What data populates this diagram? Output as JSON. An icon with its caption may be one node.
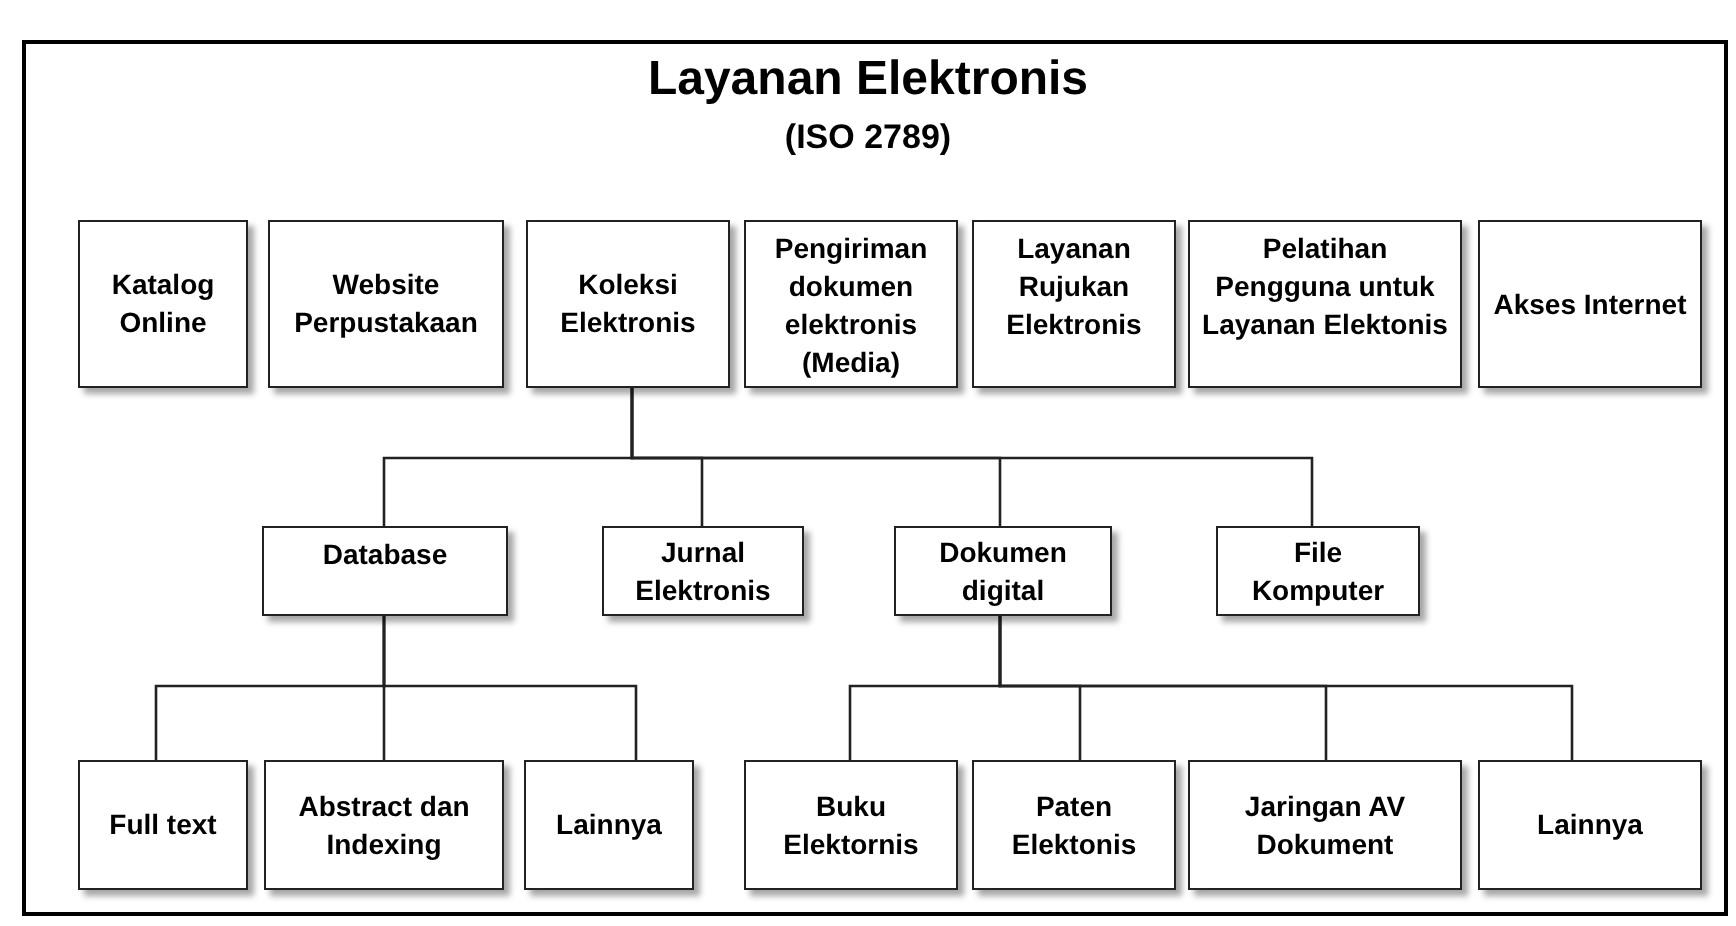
{
  "diagram": {
    "title": "Layanan Elektronis",
    "nodes": [
      {
        "text": [
          "Katalog Online"
        ]
      },
      {
        "text": [
          "Website Perpustakaan"
        ]
      },
      {
        "text": [
          "Koleksi Elektronis"
        ]
      },
      {
        "text": [
          "Pengiriman dokumen elektronis (Media)"
        ]
      },
      {
        "text": [
          "Layanan Rujukan Elektronis"
        ]
      },
      {
        "text": [
          "Pelatihan Pengguna untuk Layanan Elektonis"
        ]
      },
      {
        "text": [
          "Akses Internet"
        ]
      },
      {
        "text": [
          "Database"
        ]
      },
      {
        "text": [
          "Jurnal Elektronis"
        ]
      },
      {
        "text": [
          "Dokumen digital"
        ]
      },
      {
        "text": [
          "File Komputer"
        ]
      },
      {
        "text": [
          "Full text"
        ]
      },
      {
        "text": [
          "Abstract dan Indexing"
        ]
      },
      {
        "text": [
          "Lainnya"
        ]
      },
      {
        "text": [
          "Buku Elektornis"
        ]
      },
      {
        "text": [
          "Paten Elektonis"
        ]
      },
      {
        "text": [
          "Jaringan AV Dokument"
        ]
      },
      {
        "text": [
          "Lainnya"
        ]
      }
    ],
    "edges": [
      {
        "from": 2,
        "to": 7,
        "arrow": "none"
      },
      {
        "from": 2,
        "to": 8,
        "arrow": "none"
      },
      {
        "from": 2,
        "to": 9,
        "arrow": "none"
      },
      {
        "from": 2,
        "to": 10,
        "arrow": "none"
      },
      {
        "from": 7,
        "to": 11,
        "arrow": "none"
      },
      {
        "from": 7,
        "to": 12,
        "arrow": "none"
      },
      {
        "from": 7,
        "to": 13,
        "arrow": "none"
      },
      {
        "from": 9,
        "to": 14,
        "arrow": "none"
      },
      {
        "from": 9,
        "to": 15,
        "arrow": "none"
      },
      {
        "from": 9,
        "to": 16,
        "arrow": "none"
      },
      {
        "from": 9,
        "to": 17,
        "arrow": "none"
      }
    ],
    "labels": [
      "(ISO 2789)"
    ]
  }
}
